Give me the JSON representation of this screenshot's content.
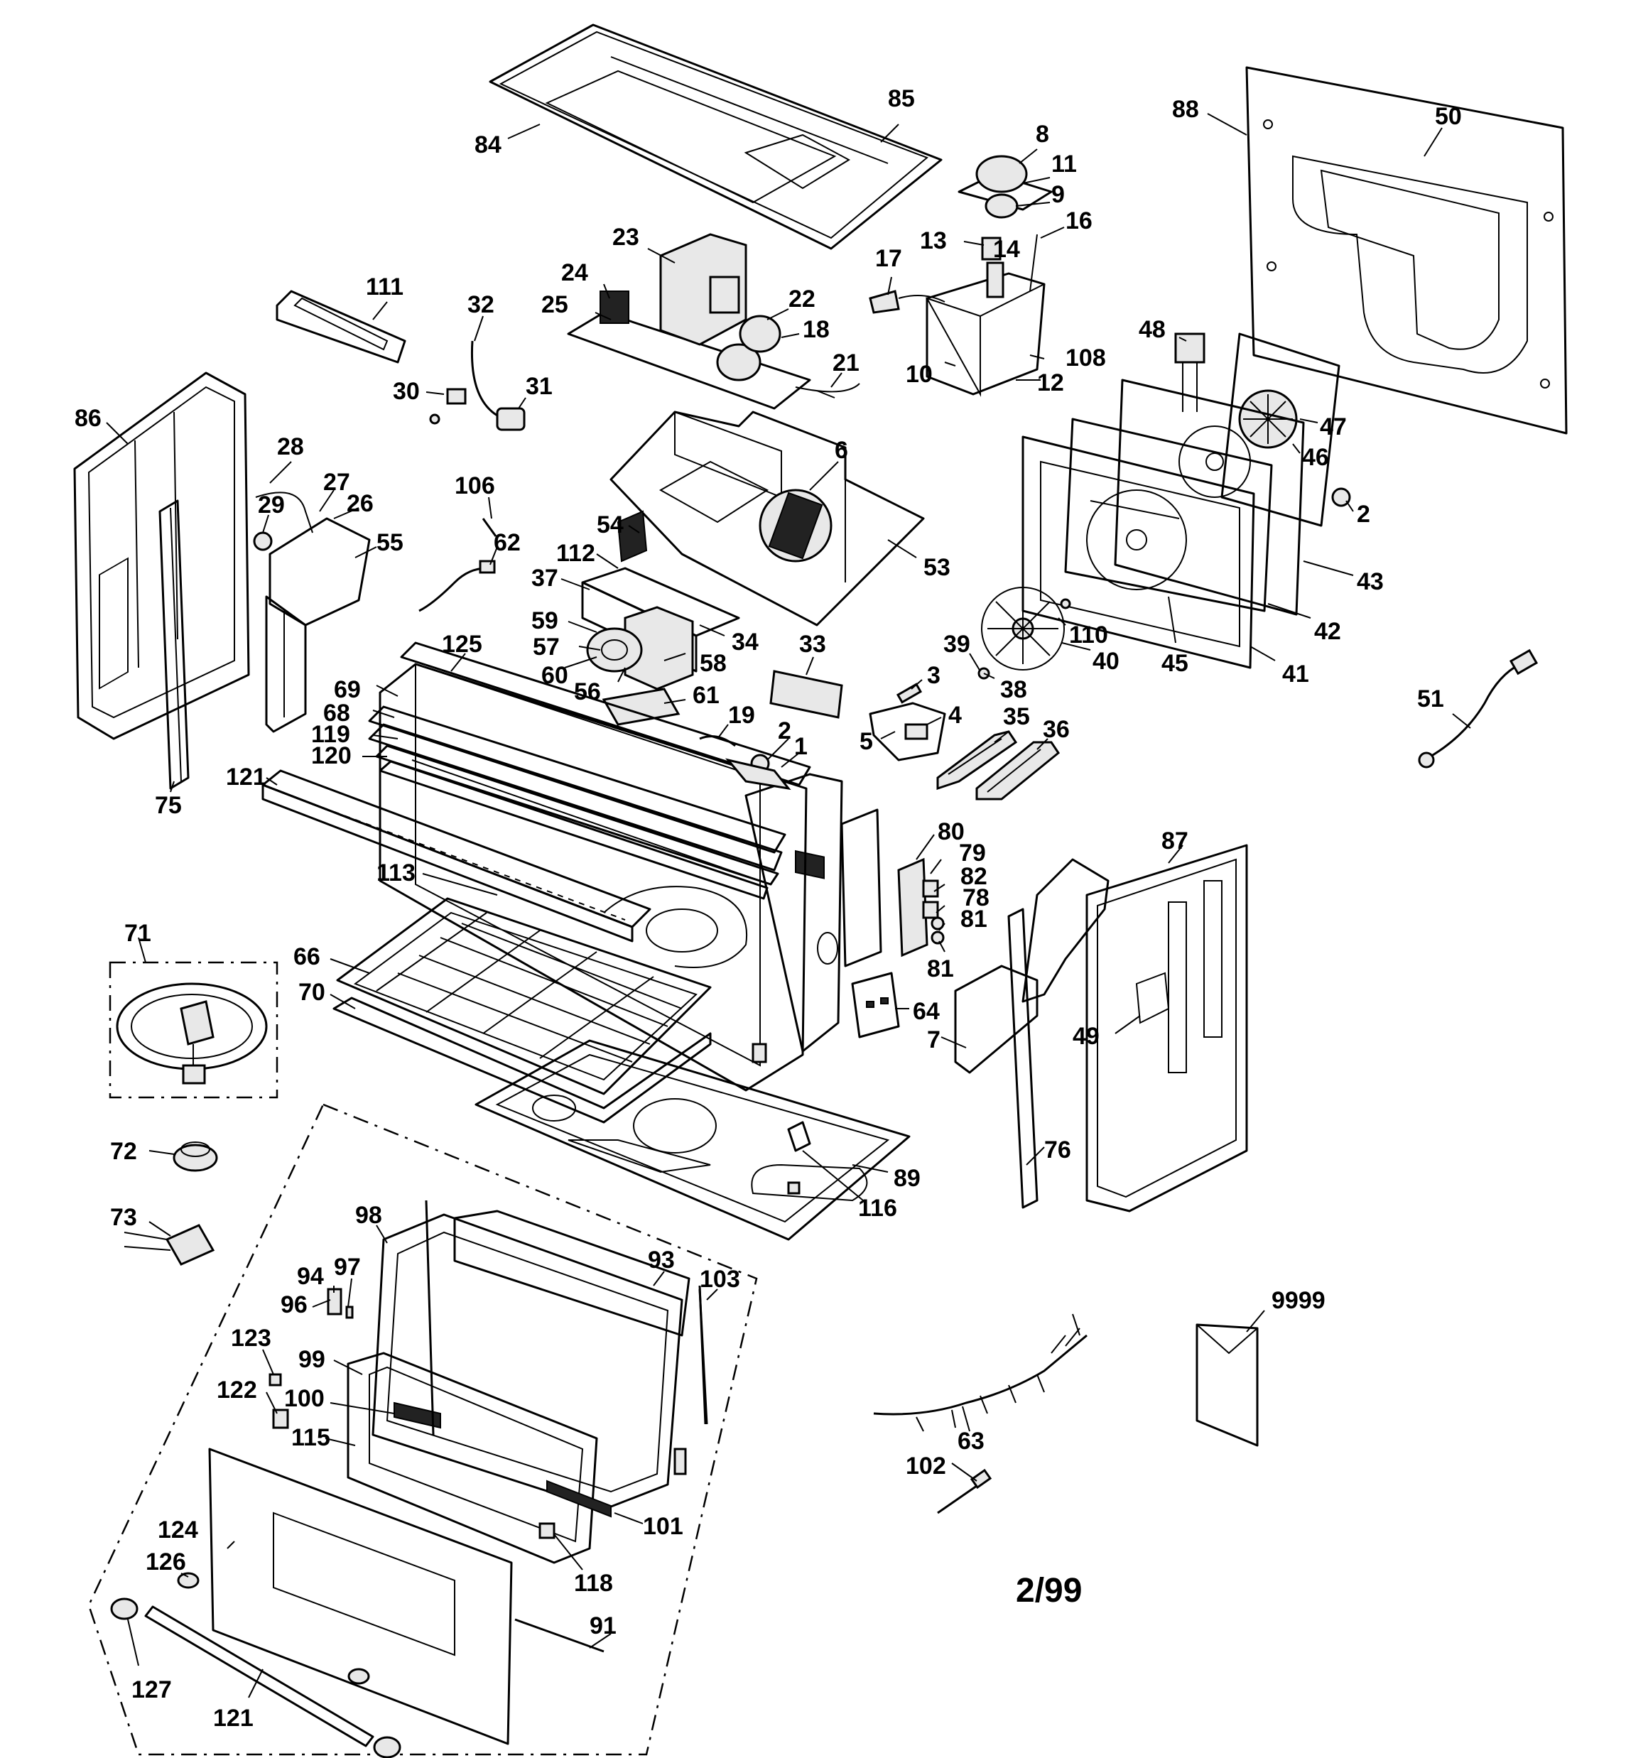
{
  "callouts": [
    "84",
    "85",
    "88",
    "50",
    "8",
    "11",
    "9",
    "16",
    "13",
    "14",
    "17",
    "23",
    "24",
    "22",
    "25",
    "18",
    "111",
    "32",
    "30",
    "31",
    "21",
    "108",
    "10",
    "12",
    "48",
    "47",
    "46",
    "2",
    "86",
    "28",
    "27",
    "26",
    "29",
    "55",
    "106",
    "6",
    "54",
    "53",
    "62",
    "112",
    "37",
    "59",
    "57",
    "34",
    "60",
    "56",
    "58",
    "61",
    "33",
    "3",
    "5",
    "4",
    "35",
    "36",
    "39",
    "110",
    "40",
    "38",
    "45",
    "41",
    "42",
    "43",
    "51",
    "125",
    "69",
    "68",
    "119",
    "120",
    "121",
    "75",
    "19",
    "2",
    "1",
    "80",
    "79",
    "82",
    "78",
    "81",
    "81",
    "113",
    "87",
    "71",
    "66",
    "70",
    "64",
    "7",
    "49",
    "76",
    "89",
    "116",
    "72",
    "73",
    "98",
    "94",
    "97",
    "96",
    "93",
    "103",
    "123",
    "99",
    "122",
    "100",
    "115",
    "101",
    "118",
    "124",
    "126",
    "127",
    "121",
    "91",
    "9999",
    "63",
    "102"
  ],
  "page_mark": "2/99"
}
